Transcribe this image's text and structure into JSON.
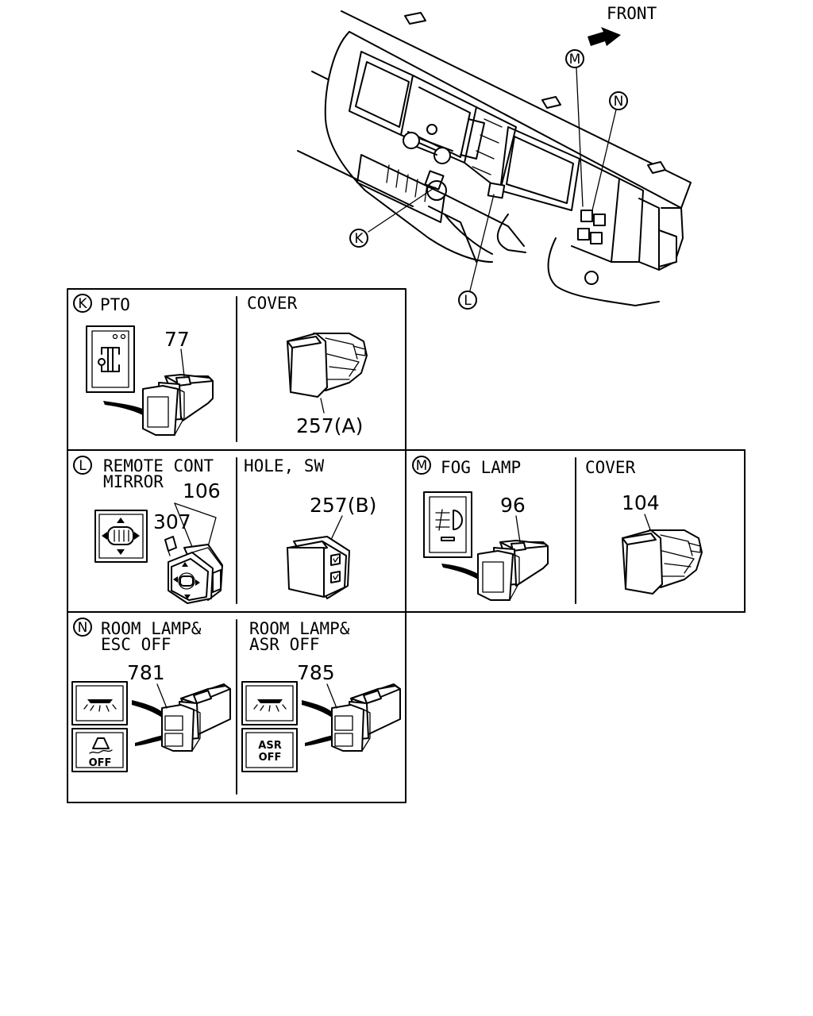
{
  "front_label": "FRONT",
  "callouts": [
    "K",
    "L",
    "M",
    "N"
  ],
  "panels": {
    "k": {
      "letter": "K",
      "title": "PTO",
      "part": "77"
    },
    "k_cover": {
      "title": "COVER",
      "part": "257(A)"
    },
    "l": {
      "letter": "L",
      "title_line1": "REMOTE CONT",
      "title_line2": "MIRROR",
      "part_main": "106",
      "part_sub": "307"
    },
    "l_hole": {
      "title": "HOLE, SW",
      "part": "257(B)"
    },
    "m": {
      "letter": "M",
      "title": "FOG LAMP",
      "part": "96"
    },
    "m_cover": {
      "title": "COVER",
      "part": "104"
    },
    "n": {
      "letter": "N",
      "title_line1": "ROOM LAMP&",
      "title_line2": "ESC OFF",
      "part": "781",
      "icon_text": "OFF"
    },
    "n_asr": {
      "title_line1": "ROOM LAMP&",
      "title_line2": "ASR OFF",
      "part": "785",
      "icon_text_1": "ASR",
      "icon_text_2": "OFF"
    }
  }
}
